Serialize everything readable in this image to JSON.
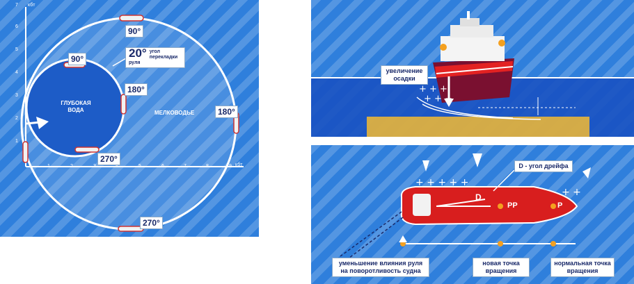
{
  "turning_diagram": {
    "y_unit": "кбт",
    "x_unit": "кбт",
    "y_ticks": [
      "1",
      "2",
      "3",
      "4",
      "5",
      "6",
      "7"
    ],
    "x_ticks": [
      "1",
      "2",
      "3",
      "4",
      "5",
      "6",
      "7",
      "8",
      "9"
    ],
    "deep_water_label": "ГЛУБОКАЯ ВОДА",
    "shallow_water_label": "МЕЛКОВОДЬЕ",
    "rudder_angle_value": "20°",
    "rudder_angle_note": "угол перекладки руля",
    "heading_labels": {
      "outer_90": "90°",
      "inner_90": "90°",
      "inner_180": "180°",
      "outer_180": "180°",
      "inner_270": "270°",
      "outer_270": "270°"
    }
  },
  "squat_panel": {
    "note": "увеличение осадки"
  },
  "drift_panel": {
    "drift_note": "D - угол дрейфа",
    "hull_letter_d": "D",
    "pivot_new_label": "PP",
    "pivot_normal_label": "P",
    "rudder_influence_note": "уменьшение влияния руля на поворотливость судна",
    "new_pivot_note": "новая точка вращения",
    "normal_pivot_note": "нормальная точка вращения"
  },
  "colors": {
    "sea_stripe": "#2f7fdc",
    "deep_water": "#1d5cc7",
    "hull_red": "#d81e1e",
    "label_text": "#1a2a6a",
    "seabed": "#e8b53a"
  }
}
